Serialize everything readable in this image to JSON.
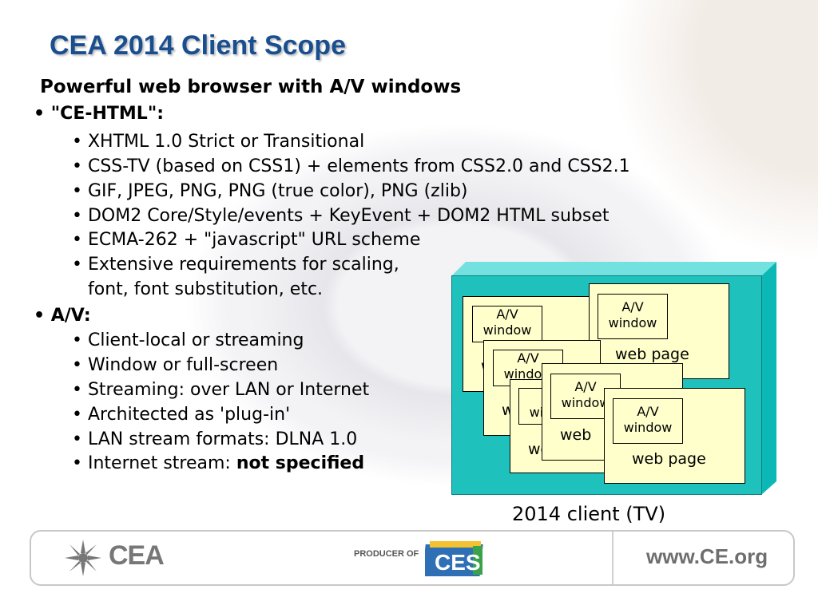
{
  "slide": {
    "title": "CEA 2014 Client Scope",
    "subhead": "Powerful web browser with A/V windows",
    "bullets": [
      "• \"CE-HTML\":",
      "• XHTML 1.0 Strict or Transitional",
      "• CSS-TV (based on CSS1) + elements from CSS2.0 and CSS2.1",
      "• GIF, JPEG, PNG, PNG (true color), PNG (zlib)",
      "• DOM2 Core/Style/events + KeyEvent + DOM2 HTML subset",
      "• ECMA-262 + \"javascript\" URL scheme",
      "• Extensive requirements for scaling,",
      "font, font substitution, etc.",
      "• A/V:",
      "• Client-local or streaming",
      "• Window or full-screen",
      "• Streaming: over LAN or Internet",
      "• Architected as 'plug-in'",
      "• LAN stream formats: DLNA 1.0"
    ],
    "last_bullet_prefix": "• Internet stream: ",
    "last_bullet_bold": "not specified"
  },
  "diagram": {
    "av_window": "A/V window",
    "web_page": "web page",
    "web_partial": "web",
    "caption": "2014 client (TV)"
  },
  "footer": {
    "org_logo": "CEA",
    "producer": "PRODUCER OF",
    "show_logo": "CES",
    "url": "www.CE.org"
  },
  "colors": {
    "title": "#1a4f8f",
    "tv_face": "#1fc1bd",
    "page_fill": "#ffffcc"
  }
}
